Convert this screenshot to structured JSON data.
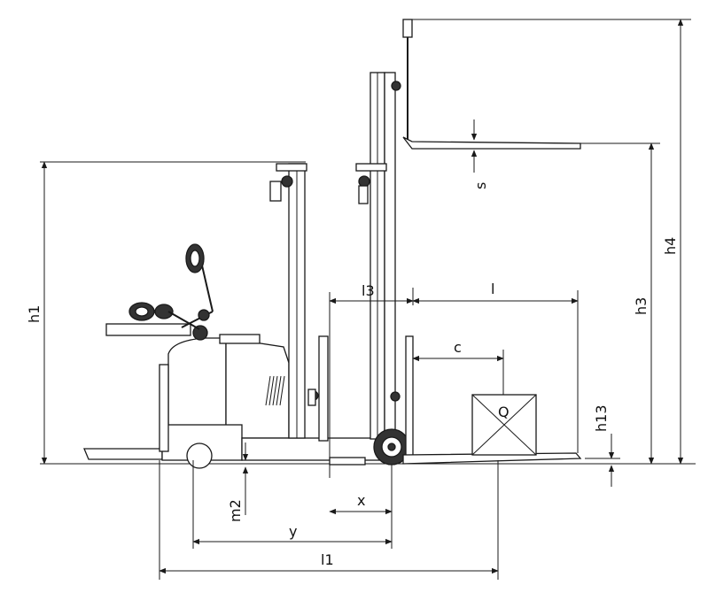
{
  "diagram": {
    "dimension_labels": {
      "h1": "h1",
      "h3": "h3",
      "h4": "h4",
      "h13": "h13",
      "l3": "l3",
      "l": "l",
      "c": "c",
      "x": "x",
      "y": "y",
      "l1": "l1",
      "m2": "m2",
      "s": "s"
    },
    "load_label": "Q"
  }
}
